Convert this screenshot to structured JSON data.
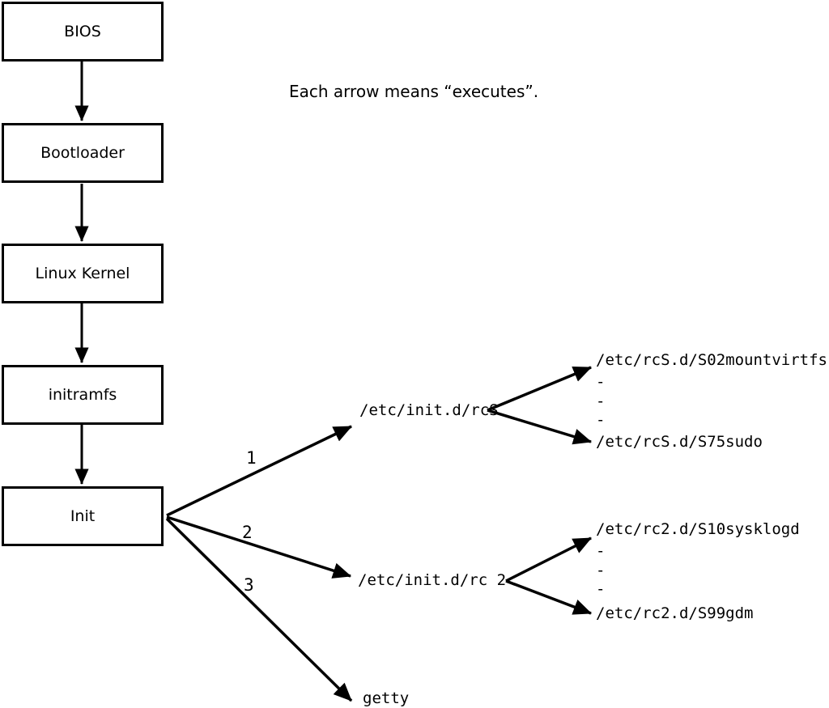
{
  "colors": {
    "ink": "#000000",
    "background": "#ffffff"
  },
  "caption": "Each arrow means “executes”.",
  "boxes": {
    "bios": "BIOS",
    "bootloader": "Bootloader",
    "kernel": "Linux Kernel",
    "initramfs": "initramfs",
    "init": "Init"
  },
  "branches": {
    "b1": {
      "num": "1",
      "target": "/etc/init.d/rcS"
    },
    "b2": {
      "num": "2",
      "target": "/etc/init.d/rc 2"
    },
    "b3": {
      "num": "3",
      "target": "getty"
    }
  },
  "rcS_items": [
    "/etc/rcS.d/S02mountvirtfs",
    "-",
    "-",
    "-",
    "/etc/rcS.d/S75sudo"
  ],
  "rc2_items": [
    "/etc/rc2.d/S10sysklogd",
    "-",
    "-",
    "-",
    "/etc/rc2.d/S99gdm"
  ]
}
